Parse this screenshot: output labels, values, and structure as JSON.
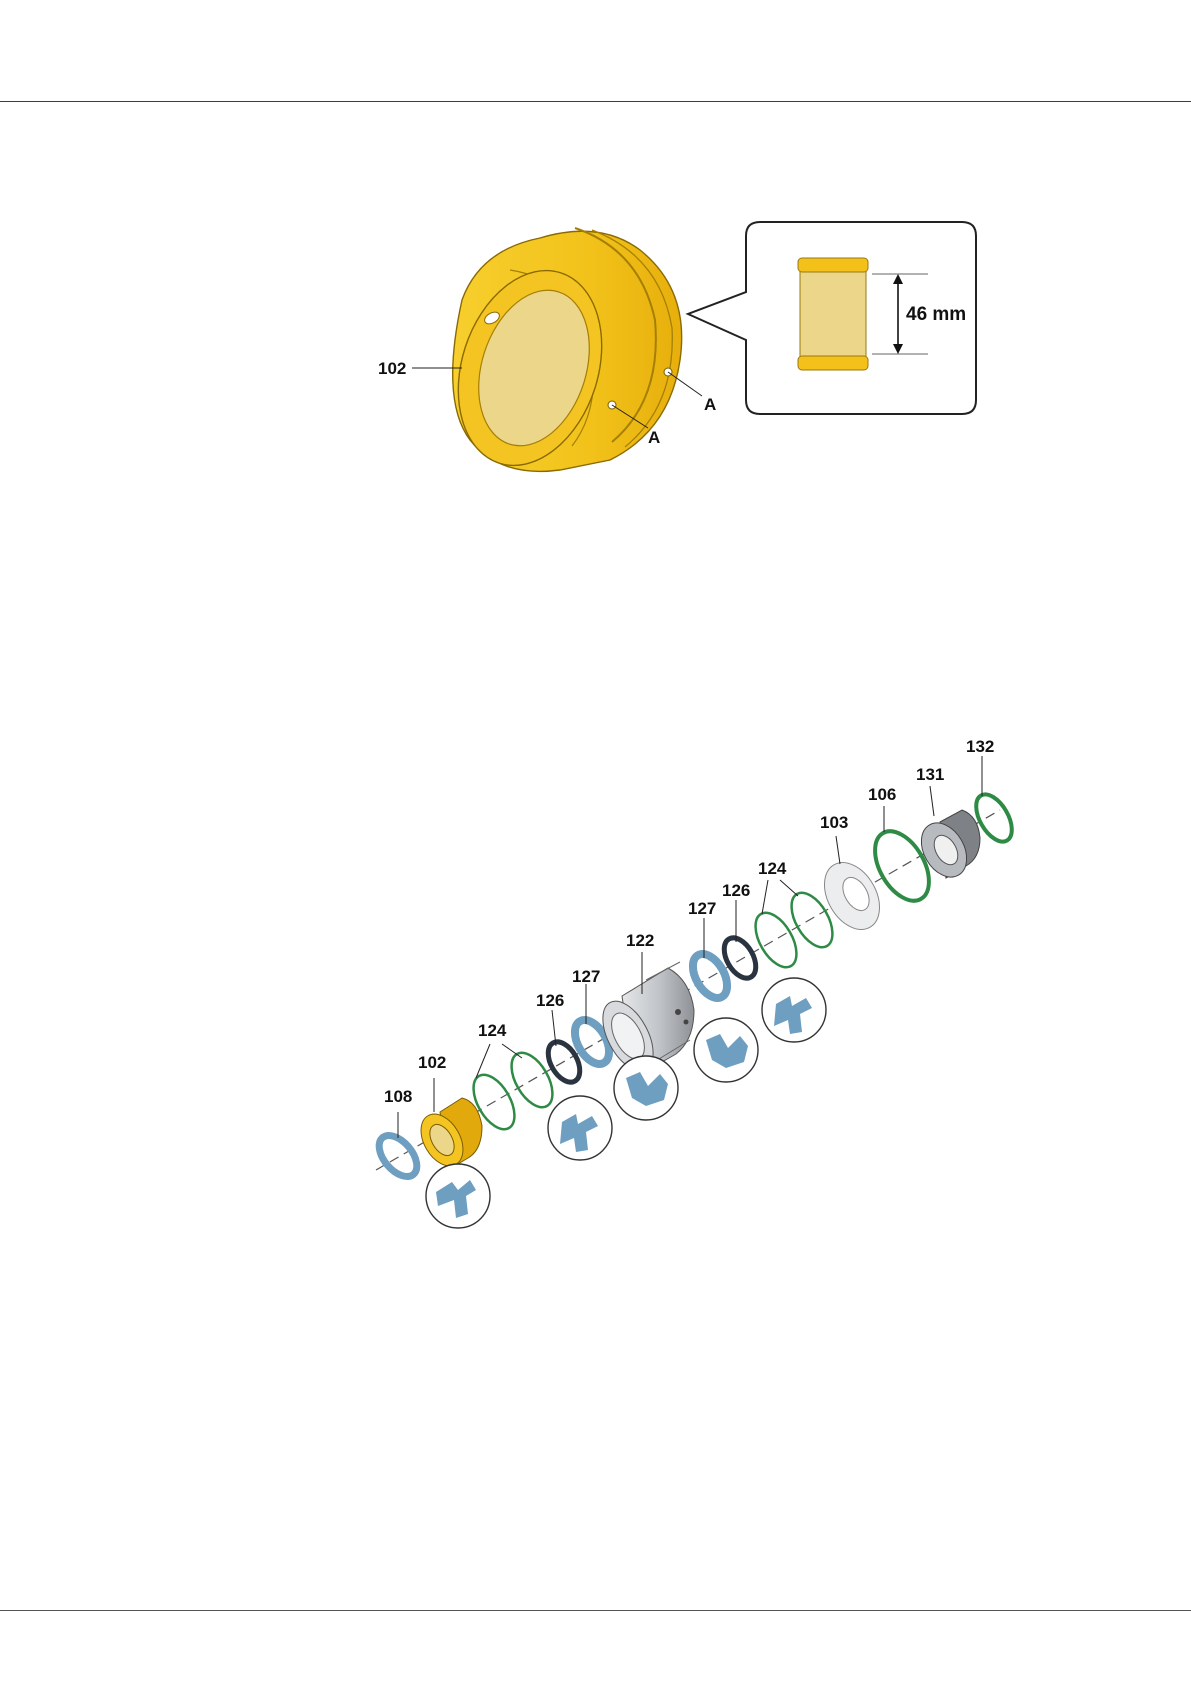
{
  "figure1": {
    "part_label": "102",
    "point_label_1": "A",
    "point_label_2": "A",
    "dimension_label": "46 mm"
  },
  "figure2": {
    "labels": {
      "l108": "108",
      "l102": "102",
      "l124a": "124",
      "l126a": "126",
      "l127a": "127",
      "l122": "122",
      "l127b": "127",
      "l126b": "126",
      "l124b": "124",
      "l103": "103",
      "l106": "106",
      "l131": "131",
      "l132": "132"
    }
  },
  "colors": {
    "bushing_yellow": "#F5C518",
    "bushing_inner": "#EBD68A",
    "seal_green": "#2E8B45",
    "seal_blue": "#6E9EC0",
    "seal_dark": "#2A3440",
    "steel_grey": "#B9BCC0",
    "rule_line": "#2F3F4F"
  }
}
